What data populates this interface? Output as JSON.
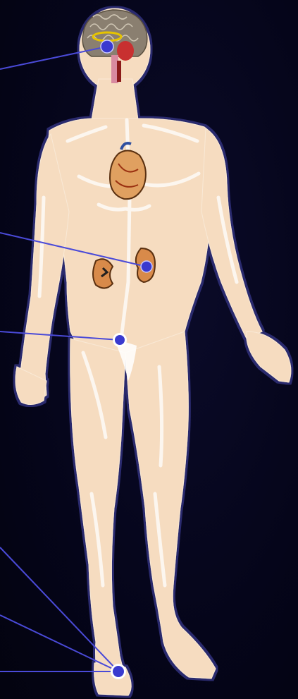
{
  "figure": {
    "background_color": "#06061c",
    "body_color": "#f6dcc0",
    "muscle_line_color": "#ffffff",
    "pointer_line_color": "#4a4ad8",
    "marker_color": "#3a3acf",
    "body_parts": [
      {
        "name": "brain",
        "icon": "brain-icon"
      },
      {
        "name": "heart",
        "icon": "heart-icon"
      },
      {
        "name": "kidneys",
        "icon": "kidney-icon"
      },
      {
        "name": "pelvis",
        "icon": "pelvis-marker"
      },
      {
        "name": "foot",
        "icon": "foot-marker"
      }
    ]
  }
}
